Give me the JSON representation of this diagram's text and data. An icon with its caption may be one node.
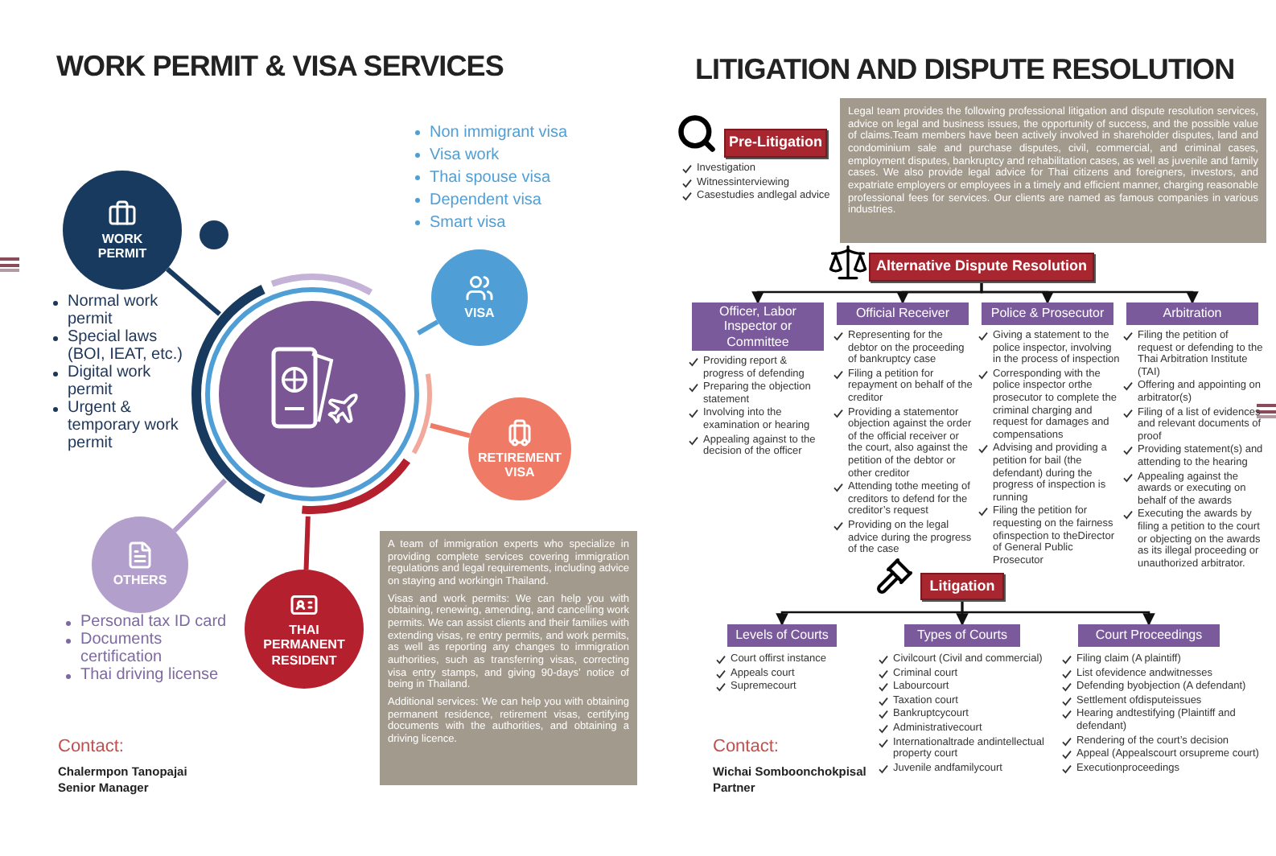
{
  "diagram": {
    "nodes": [
      {
        "text": [
          "WORK PERMIT"
        ],
        "beside": [
          "Normal work permit",
          "Special laws (BOI, IEAT, etc.)",
          "Digital work permit",
          "Urgent & temporary work permit"
        ]
      },
      {
        "text": [],
        "shape": "circle"
      },
      {
        "text": [
          "VISA"
        ],
        "beside": [
          "Non immigrant visa",
          "Visa work",
          "Thai spouse visa",
          "Dependent visa",
          "Smart visa"
        ]
      },
      {
        "text": [
          "RETIREMENT VISA"
        ]
      },
      {
        "text": [
          "OTHERS"
        ],
        "beside": [
          "Personal tax ID card",
          "Documents certification",
          "Thai driving license"
        ]
      },
      {
        "text": [
          "THAI PERMANENT RESIDENT"
        ]
      },
      {
        "text": [
          "A team of immigration experts who specialize in providing complete services covering immigration regulations and legal requirements, including advice on staying and workingin Thailand.",
          "Visas and work permits: We can help you with obtaining, renewing, amending, and cancelling work permits. We can assist clients and their families with extending visas, re entry permits, and work permits, as well as reporting any changes to immigration authorities, such as transferring visas, correcting visa entry stamps, and giving 90-days’ notice of being in Thailand.",
          "Additional services: We can help you with obtaining permanent residence, retirement visas, certifying documents with the authorities, and obtaining a driving licence."
        ]
      },
      {
        "text": [
          "Pre-Litigation"
        ],
        "beside": [
          "Investigation",
          "Witnessinterviewing",
          "Casestudies andlegal advice"
        ]
      },
      {
        "text": [
          "Legal team provides the following professional litigation and dispute resolution services, advice on legal and business issues, the opportunity of success, and the possible value of claims.Team members have been actively involved in shareholder disputes, land and condominium sale and purchase disputes, civil, commercial, and criminal cases, employment disputes, bankruptcy and rehabilitation cases, as well as juvenile and family cases. We also provide legal advice for Thai citizens and foreigners, investors, and expatriate employers or employees in a timely and efficient manner, charging reasonable professional fees for services. Our clients are named as famous companies in various industries."
        ]
      },
      {
        "text": [
          "Alternative Dispute Resolution"
        ]
      },
      {
        "text": [
          "Officer, Labor Inspector or Committee"
        ],
        "beside": [
          "Providing report & progress of defending",
          "Preparing the objection statement",
          "Involving into the examination or hearing",
          "Appealing against to the decision of the officer"
        ]
      },
      {
        "text": [
          "Official Receiver"
        ],
        "beside": [
          "Representing for the debtor on the proceeding of bankruptcy case",
          "Filing a petition for repayment on behalf of the creditor",
          "Providing a statementor objection against the order of the official receiver or the court, also against the petition of the debtor or other creditor",
          "Attending tothe meeting of creditors to defend for the creditor’s request",
          "Providing on the legal advice during the progress of the case"
        ]
      },
      {
        "text": [
          "Police & Prosecutor"
        ],
        "beside": [
          "Giving a statement to the police inspector, involving in the process of inspection",
          "Corresponding with the police inspector orthe prosecutor to complete the criminal charging and request for damages and compensations",
          "Advising and providing a petition for bail (the defendant) during the progress of inspection is running",
          "Filing the petition for requesting on the fairness ofinspection to theDirector of General Public Prosecutor"
        ]
      },
      {
        "text": [
          "Arbitration"
        ],
        "beside": [
          "Filing the petition of request or defending to the Thai Arbitration Institute (TAI)",
          "Offering and appointing on arbitrator(s)",
          "Filing of a list of evidences and relevant documents of proof",
          "Providing statement(s) and attending to the hearing",
          "Appealing against the awards or executing on behalf of the awards",
          "Executing the awards by filing a petition to the court or objecting on the awards as its illegal proceeding or unauthorized arbitrator."
        ]
      },
      {
        "text": [
          "Litigation"
        ]
      },
      {
        "text": [
          "Levels of Courts"
        ],
        "beside": [
          "Court offirst instance",
          "Appeals court",
          "Supremecourt"
        ]
      },
      {
        "text": [
          "Types of Courts"
        ],
        "beside": [
          "Civilcourt (Civil and commercial)",
          "Criminal court",
          "Labourcourt",
          "Taxation court",
          "Bankruptcycourt",
          "Administrativecourt",
          "Internationaltrade andintellectual property court",
          "Juvenile andfamilycourt"
        ]
      },
      {
        "text": [
          "Court Proceedings"
        ],
        "beside": [
          "Filing claim (A plaintiff)",
          "List ofevidence andwitnesses",
          "Defending byobjection (A defendant)",
          "Settlement ofdisputeissues",
          "Hearing andtestifying (Plaintiff and defendant)",
          "Rendering of the court’s decision",
          "Appeal (Appealscourt orsupreme court)",
          "Executionproceedings"
        ]
      }
    ],
    "edges": [
      {
        "from": 1,
        "to": 0,
        "arrow": "none",
        "color": "#173a5e",
        "style": "thick"
      },
      {
        "from": 1,
        "to": 2,
        "arrow": "none",
        "color": "#4f9fd6",
        "style": "thick"
      },
      {
        "from": 1,
        "to": 3,
        "arrow": "none",
        "color": "#ef7b67",
        "style": "thick"
      },
      {
        "from": 1,
        "to": 4,
        "arrow": "none",
        "color": "#b39fcb",
        "style": "thick"
      },
      {
        "from": 1,
        "to": 5,
        "arrow": "none",
        "color": "#b5202e",
        "style": "thick"
      },
      {
        "from": 9,
        "to": 10,
        "arrow": "to"
      },
      {
        "from": 9,
        "to": 11,
        "arrow": "to"
      },
      {
        "from": 9,
        "to": 12,
        "arrow": "to"
      },
      {
        "from": 9,
        "to": 13,
        "arrow": "to"
      },
      {
        "from": 14,
        "to": 15,
        "arrow": "to"
      },
      {
        "from": 14,
        "to": 16,
        "arrow": "to"
      },
      {
        "from": 14,
        "to": 17,
        "arrow": "to"
      }
    ],
    "labels": [
      "WORK PERMIT & VISA SERVICES",
      "LITIGATION AND DISPUTE RESOLUTION",
      "Contact:",
      "Chalermpon Tanopajai",
      "Senior Manager",
      "Contact:",
      "Wichai Somboonchokpisal",
      "Partner"
    ]
  }
}
